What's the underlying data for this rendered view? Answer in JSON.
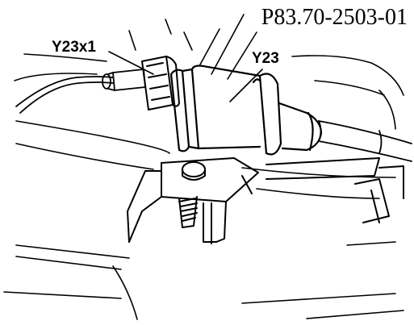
{
  "figure": {
    "reference_code": "P83.70-2503-01",
    "callouts": {
      "connector": "Y23x1",
      "component": "Y23"
    }
  }
}
